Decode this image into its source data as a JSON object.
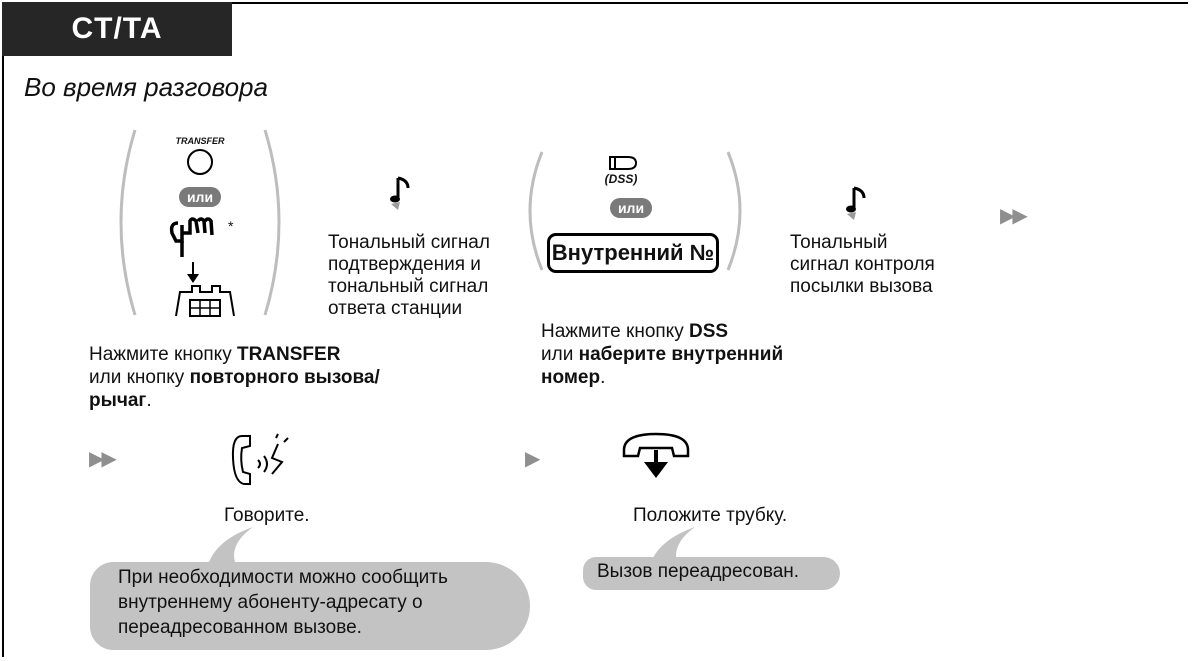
{
  "header": {
    "tab_label": "CT/TA",
    "subtitle": "Во время разговора"
  },
  "step1": {
    "transfer_icon_label": "TRANSFER",
    "or_label": "или",
    "asterisk": "*",
    "instruction": {
      "p1": "Нажмите кнопку ",
      "b1": "TRANSFER",
      "p2": "или кнопку ",
      "b2": "повторного вызова/рычаг",
      "p3": "."
    }
  },
  "tone1": {
    "lines": [
      "Тональный сигнал",
      "подтверждения и",
      "тональный сигнал",
      "ответа станции"
    ]
  },
  "step2": {
    "dss_label": "(DSS)",
    "or_label": "или",
    "ext_box_label": "Внутренний №",
    "instruction": {
      "p1": "Нажмите кнопку ",
      "b1": "DSS",
      "p2": "или ",
      "b2": "наберите внутренний номер",
      "p3": "."
    }
  },
  "tone2": {
    "lines": [
      "Тональный",
      "сигнал контроля",
      "посылки вызова"
    ]
  },
  "step3": {
    "talk_label": "Говорите.",
    "hangup_label": "Положите трубку.",
    "callout_talk": [
      "При необходимости можно сообщить",
      "внутреннему абоненту-адресату о",
      "переадресованном вызове."
    ],
    "callout_hangup": "Вызов переадресован."
  },
  "colors": {
    "tab_bg": "#262626",
    "callout_bg": "#c3c3c3",
    "oval_bg": "#7a7a7a",
    "arrow": "#8f8f8f"
  },
  "icons": [
    "transfer-button-icon",
    "hand-press-icon",
    "hookswitch-icon",
    "tone-note-icon",
    "dss-button-icon",
    "talk-handset-icon",
    "hang-up-icon",
    "next-step-arrow-icon"
  ]
}
